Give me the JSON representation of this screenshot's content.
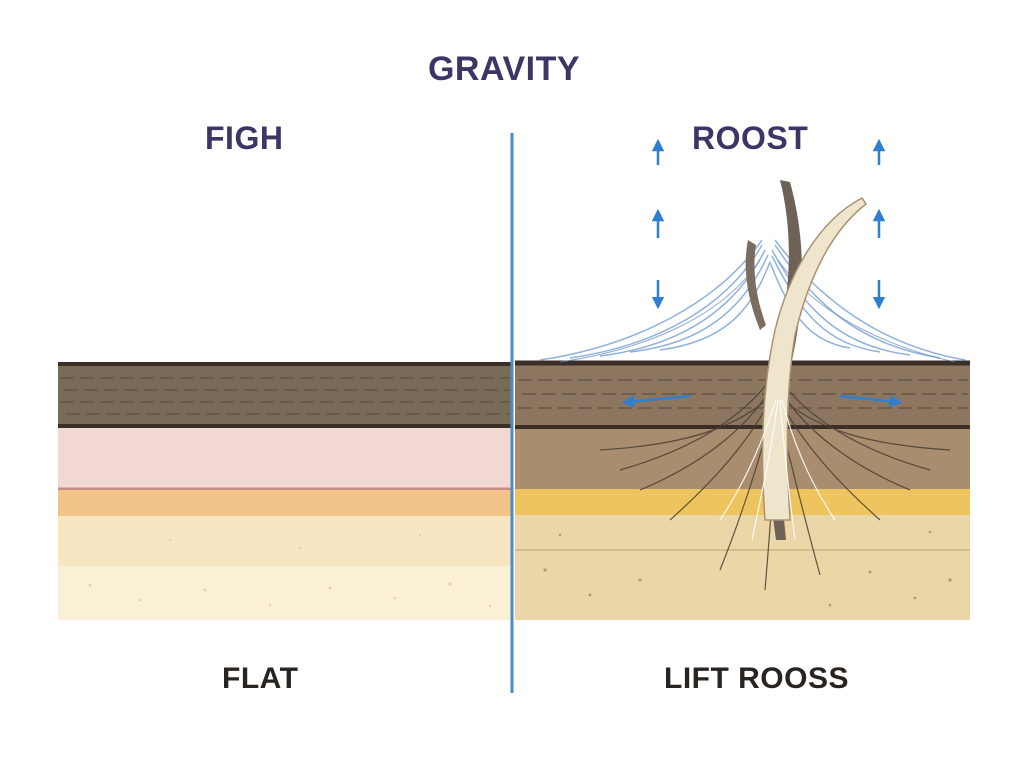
{
  "title": "GRAVITY",
  "left_panel": {
    "heading": "FIGH",
    "caption": "FLAT"
  },
  "right_panel": {
    "heading": "ROOST",
    "caption": "LIFT ROOSS"
  },
  "colors": {
    "title_text": "#3d3566",
    "caption_text": "#2a2420",
    "divider": "#4a8cc9",
    "arrow": "#2f7fd0",
    "top_soil": "#7a6a58",
    "top_soil_line": "#3a2e26",
    "pink_layer": "#f1d8d2",
    "orange_band": "#f2c48a",
    "sand_layer": "#f7e6c2",
    "pale_sand": "#faf0d6",
    "right_soil": "#8c7660",
    "right_sand": "#ead6a6",
    "yellow_band": "#eec45e",
    "blue_fibers": "#8fb1dd",
    "strand_light": "#efe4cc",
    "strand_dark": "#6e6256"
  },
  "icons": [
    "up-arrow-icon",
    "down-arrow-icon",
    "left-arrow-icon",
    "right-arrow-icon"
  ]
}
